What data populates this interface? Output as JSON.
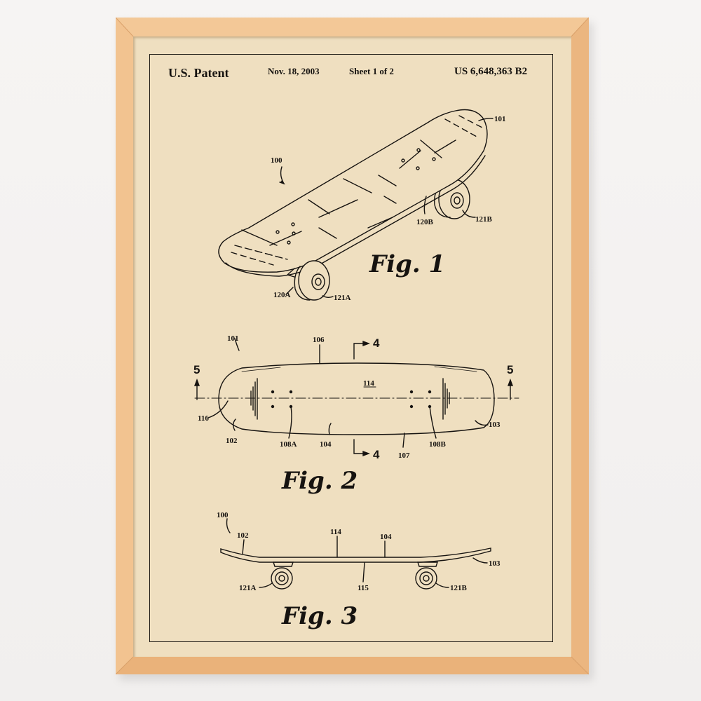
{
  "header": {
    "title": "U.S. Patent",
    "date": "Nov. 18, 2003",
    "sheet": "Sheet 1 of 2",
    "patent_number": "US 6,648,363 B2"
  },
  "figures": [
    {
      "name": "FIG. 1",
      "caption": "Fig. 1",
      "labels": [
        "100",
        "101",
        "120A",
        "121A",
        "120B",
        "121B"
      ]
    },
    {
      "name": "FIG. 2",
      "caption": "Fig. 2",
      "labels": [
        "101",
        "106",
        "114",
        "116",
        "102",
        "108A",
        "104",
        "107",
        "108B",
        "103"
      ],
      "section_markers": [
        "4",
        "4",
        "5",
        "5"
      ]
    },
    {
      "name": "FIG. 3",
      "caption": "Fig. 3",
      "labels": [
        "100",
        "102",
        "114",
        "104",
        "103",
        "121A",
        "115",
        "121B"
      ]
    }
  ],
  "colors": {
    "wall": "#f4f2f1",
    "frame": "#f0c08c",
    "paper": "#efdfc0",
    "ink": "#161310"
  }
}
